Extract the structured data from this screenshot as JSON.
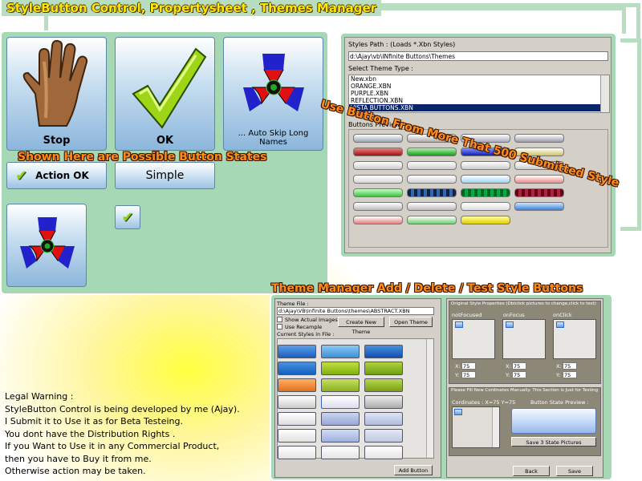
{
  "title": "StyleButton Control, Propertysheet , Themes Manager",
  "buttons": {
    "stop": "Stop",
    "ok": "OK",
    "skip": "... Auto Skip Long Names",
    "action_ok": "Action OK",
    "simple": "Simple"
  },
  "captions": {
    "button_states": "Shown Here are Possible Button States",
    "submitted": "Use Button From More That 500 Submitted Style",
    "theme_manager": "Theme Manager Add / Delete / Test Style Buttons"
  },
  "propsheet": {
    "styles_path_label": "Styles Path : (Loads *.Xbn Styles)",
    "styles_path_value": "d:\\Ajay\\vb\\INfinite Buttons\\Themes",
    "select_theme_label": "Select Theme Type :",
    "themes": [
      "New.xbn",
      "ORANGE.XBN",
      "PURPLE.XBN",
      "REFLECTION.XBN",
      "VISTA BUTTONS.XBN"
    ],
    "selected_index": 4,
    "preview_label": "Buttons Preview"
  },
  "theme_manager": {
    "theme_file_label": "Theme File :",
    "theme_file_value": "d:\\Ajay\\VB\\Infinite Buttons\\themes\\ABSTRACT.XBN",
    "show_actual_images": "Show Actual Images",
    "use_recample": "Use Recample",
    "create_new_theme": "Create New Theme",
    "open_theme": "Open Theme",
    "current_styles_label": "Current Styles in File :",
    "add_button": "Add Button",
    "original_props_label": "Original Style Properties (Dblclick pictures to change,click to test)",
    "not_focused": "notFocused",
    "on_focus": "onFocus",
    "on_click": "onClick",
    "x_label": "X:",
    "y_label": "Y:",
    "xy_value": "75",
    "coords_section": "Please Fill New Cordinates Manually. This Section is Just for Testing",
    "coords_readout": "Cordinates : X=75 Y=75",
    "preview_label": "Button State Preview :",
    "save_3": "Save 3 State Pictures",
    "back": "Back",
    "save": "Save"
  },
  "legal": [
    "Legal Warning :",
    "StyleButton Control is being developed by me (Ajay).",
    "I Submit it to Use it as for Beta Testeing.",
    "You dont have the Distribution Rights .",
    "If you Want to Use it in any Commercial Product,",
    "then you have to Buy it from me.",
    "Otherwise action may be taken."
  ],
  "colors": {
    "accent_green": "#a6d8b6",
    "selection": "#0a246a",
    "caption_orange": "#ff8c1a",
    "title_yellow": "#ffe800"
  }
}
